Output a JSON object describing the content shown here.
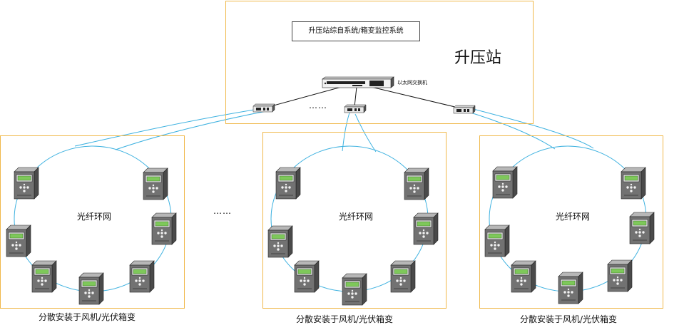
{
  "substation": {
    "title": "升压站",
    "system_label": "升压站综自系统/箱变监控系统",
    "main_switch_label": "以太网交换机"
  },
  "ellipsis": "……",
  "groups": [
    {
      "ring_label": "光纤环网",
      "caption": "分散安装于风机/光伏箱变"
    },
    {
      "ring_label": "光纤环网",
      "caption": "分散安装于风机/光伏箱变"
    },
    {
      "ring_label": "光纤环网",
      "caption": "分散安装于风机/光伏箱变"
    }
  ],
  "colors": {
    "border": "#f0b84a",
    "fiber": "#3fb2e0",
    "ethernet": "#111111",
    "device_body": "#6e6e6e",
    "device_screen": "#7ec85a"
  }
}
